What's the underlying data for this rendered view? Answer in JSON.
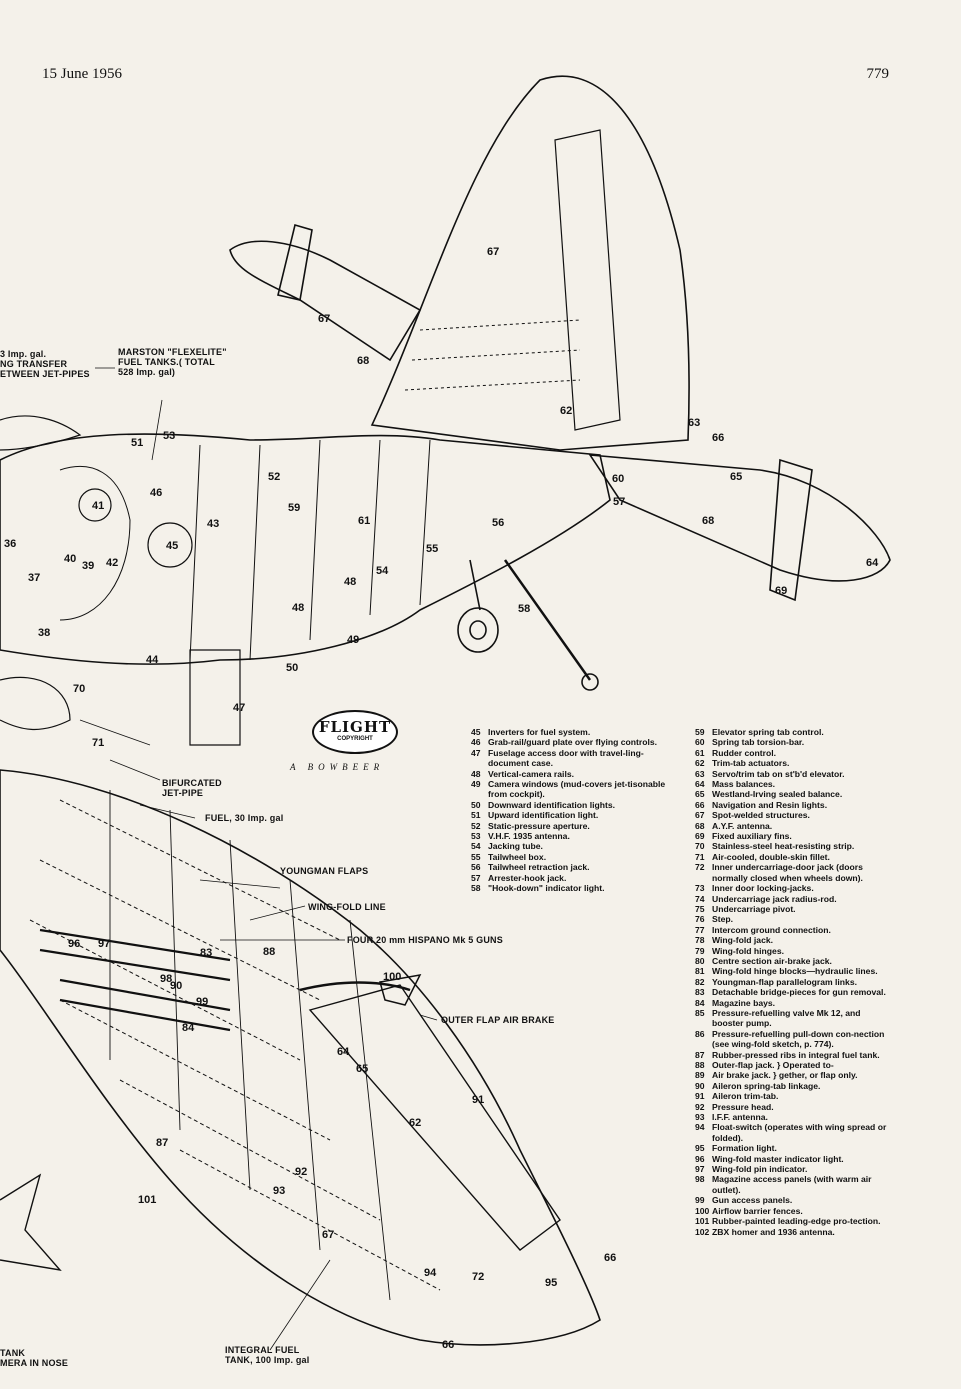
{
  "header": {
    "date": "15 June 1956",
    "page_number": "779"
  },
  "logo": {
    "name": "FLIGHT",
    "copyright": "COPYRIGHT"
  },
  "artist": "A BOWBEER",
  "labels": {
    "transfer": [
      "3 Imp. gal.",
      "NG TRANSFER",
      "ETWEEN JET-PIPES"
    ],
    "marston": [
      "MARSTON \"FLEXELITE\"",
      "FUEL TANKS.( TOTAL",
      "528 Imp. gal)"
    ],
    "bifurcated": [
      "BIFURCATED",
      "JET-PIPE"
    ],
    "fuel30": "FUEL, 30 Imp. gal",
    "youngman": "YOUNGMAN FLAPS",
    "wingfold": "WING-FOLD LINE",
    "guns": "FOUR 20 mm HISPANO Mk 5 GUNS",
    "outerflap": "OUTER FLAP AIR BRAKE",
    "integral": [
      "INTEGRAL FUEL",
      "TANK, 100 Imp. gal"
    ],
    "tank_nose": [
      "TANK",
      "MERA IN NOSE"
    ]
  },
  "callouts": [
    "67",
    "67",
    "68",
    "63",
    "66",
    "65",
    "68",
    "64",
    "69",
    "62",
    "60",
    "57",
    "56",
    "58",
    "55",
    "61",
    "54",
    "48",
    "53",
    "51",
    "52",
    "59",
    "46",
    "41",
    "45",
    "43",
    "40",
    "39",
    "42",
    "37",
    "36",
    "38",
    "44",
    "49",
    "48",
    "50",
    "70",
    "71",
    "47",
    "96",
    "97",
    "83",
    "88",
    "98",
    "100",
    "84",
    "99",
    "90",
    "64",
    "65",
    "91",
    "62",
    "87",
    "92",
    "93",
    "101",
    "67",
    "94",
    "72",
    "95",
    "66",
    "66"
  ],
  "legend_left": [
    {
      "n": "45",
      "d": "Inverters for fuel system."
    },
    {
      "n": "46",
      "d": "Grab-rail/guard plate over flying controls."
    },
    {
      "n": "47",
      "d": "Fuselage access door with travel-ling-document case."
    },
    {
      "n": "48",
      "d": "Vertical-camera rails."
    },
    {
      "n": "49",
      "d": "Camera windows (mud-covers jet-tisonable from cockpit)."
    },
    {
      "n": "50",
      "d": "Downward identification lights."
    },
    {
      "n": "51",
      "d": "Upward identification light."
    },
    {
      "n": "52",
      "d": "Static-pressure aperture."
    },
    {
      "n": "53",
      "d": "V.H.F. 1935 antenna."
    },
    {
      "n": "54",
      "d": "Jacking tube."
    },
    {
      "n": "55",
      "d": "Tailwheel box."
    },
    {
      "n": "56",
      "d": "Tailwheel retraction jack."
    },
    {
      "n": "57",
      "d": "Arrester-hook jack."
    },
    {
      "n": "58",
      "d": "\"Hook-down\" indicator light."
    }
  ],
  "legend_right": [
    {
      "n": "59",
      "d": "Elevator spring tab control."
    },
    {
      "n": "60",
      "d": "Spring tab torsion-bar."
    },
    {
      "n": "61",
      "d": "Rudder control."
    },
    {
      "n": "62",
      "d": "Trim-tab actuators."
    },
    {
      "n": "63",
      "d": "Servo/trim tab on st'b'd elevator."
    },
    {
      "n": "64",
      "d": "Mass balances."
    },
    {
      "n": "65",
      "d": "Westland-Irving sealed balance."
    },
    {
      "n": "66",
      "d": "Navigation and Resin lights."
    },
    {
      "n": "67",
      "d": "Spot-welded structures."
    },
    {
      "n": "68",
      "d": "A.Y.F. antenna."
    },
    {
      "n": "69",
      "d": "Fixed auxiliary fins."
    },
    {
      "n": "70",
      "d": "Stainless-steel heat-resisting strip."
    },
    {
      "n": "71",
      "d": "Air-cooled, double-skin fillet."
    },
    {
      "n": "72",
      "d": "Inner undercarriage-door jack (doors normally closed when wheels down)."
    },
    {
      "n": "73",
      "d": "Inner door locking-jacks."
    },
    {
      "n": "74",
      "d": "Undercarriage jack radius-rod."
    },
    {
      "n": "75",
      "d": "Undercarriage pivot."
    },
    {
      "n": "76",
      "d": "Step."
    },
    {
      "n": "77",
      "d": "Intercom ground connection."
    },
    {
      "n": "78",
      "d": "Wing-fold jack."
    },
    {
      "n": "79",
      "d": "Wing-fold hinges."
    },
    {
      "n": "80",
      "d": "Centre section air-brake jack."
    },
    {
      "n": "81",
      "d": "Wing-fold hinge blocks—hydraulic lines."
    },
    {
      "n": "82",
      "d": "Youngman-flap parallelogram links."
    },
    {
      "n": "83",
      "d": "Detachable bridge-pieces for gun removal."
    },
    {
      "n": "84",
      "d": "Magazine bays."
    },
    {
      "n": "85",
      "d": "Pressure-refuelling valve Mk 12, and booster pump."
    },
    {
      "n": "86",
      "d": "Pressure-refuelling pull-down con-nection (see wing-fold sketch, p. 774)."
    },
    {
      "n": "87",
      "d": "Rubber-pressed ribs in integral fuel tank."
    },
    {
      "n": "88",
      "d": "Outer-flap jack.  } Operated to-"
    },
    {
      "n": "89",
      "d": "Air brake jack.  } gether, or flap only."
    },
    {
      "n": "90",
      "d": "Aileron spring-tab linkage."
    },
    {
      "n": "91",
      "d": "Aileron trim-tab."
    },
    {
      "n": "92",
      "d": "Pressure head."
    },
    {
      "n": "93",
      "d": "I.F.F. antenna."
    },
    {
      "n": "94",
      "d": "Float-switch (operates with wing spread or folded)."
    },
    {
      "n": "95",
      "d": "Formation light."
    },
    {
      "n": "96",
      "d": "Wing-fold master indicator light."
    },
    {
      "n": "97",
      "d": "Wing-fold pin indicator."
    },
    {
      "n": "98",
      "d": "Magazine access panels (with warm air outlet)."
    },
    {
      "n": "99",
      "d": "Gun access panels."
    },
    {
      "n": "100",
      "d": "Airflow barrier fences."
    },
    {
      "n": "101",
      "d": "Rubber-painted leading-edge pro-tection."
    },
    {
      "n": "102",
      "d": "ZBX homer and 1936 antenna."
    }
  ]
}
